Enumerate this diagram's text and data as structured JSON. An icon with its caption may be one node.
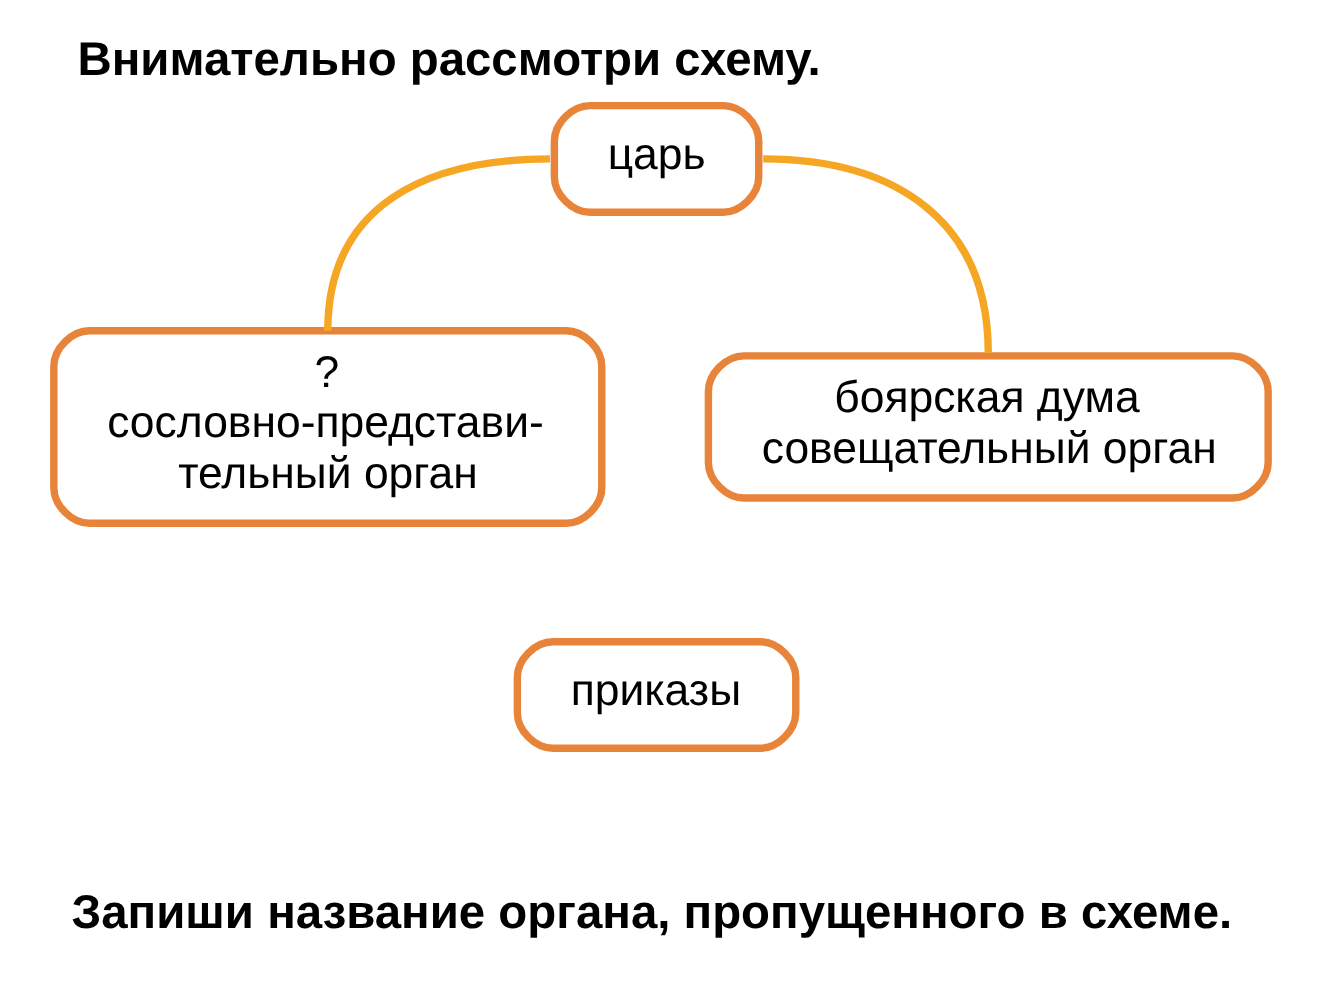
{
  "diagram": {
    "title": "Внимательно рассмотри схему.",
    "nodes": [
      {
        "text": [
          "царь"
        ]
      },
      {
        "text": [
          "?",
          "сословно-представи- тельный орган"
        ]
      },
      {
        "text": [
          "боярская дума",
          "совещательный орган"
        ]
      },
      {
        "text": [
          "приказы"
        ]
      }
    ],
    "edges": [
      {
        "from": 0,
        "to": 1,
        "arrow": "none"
      },
      {
        "from": 0,
        "to": 2,
        "arrow": "none"
      }
    ],
    "labels": [
      "Запиши название органа, пропущенного в схеме."
    ]
  }
}
